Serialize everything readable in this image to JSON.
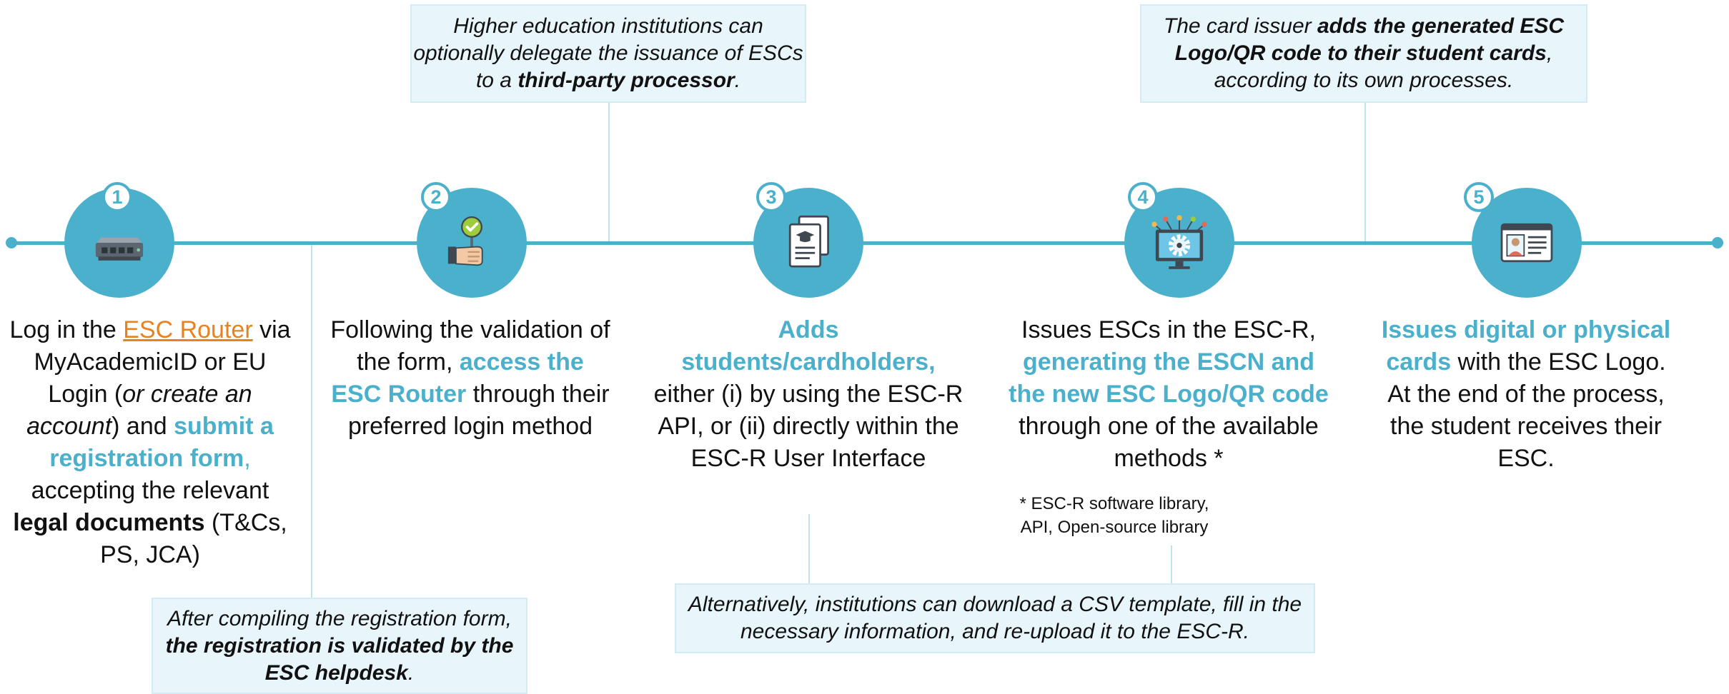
{
  "accent_color": "#4bb0cc",
  "link_color": "#e8821e",
  "callout_background": "#e8f5fb",
  "callouts": {
    "top_1": {
      "t1": "Higher education institutions can optionally delegate the issuance of ESCs to a ",
      "b1": "third-party processor",
      "t2": "."
    },
    "top_2": {
      "t1": "The card issuer ",
      "b1": "adds the generated ESC Logo/QR code to their student cards",
      "t2": ", according to its own processes."
    },
    "bottom_1": {
      "t1": "After compiling the registration form, ",
      "b1": "the registration is validated by the ESC helpdesk",
      "t2": "."
    },
    "bottom_2": {
      "t1": "Alternatively, institutions can download a CSV template, fill in the necessary information, and re-upload it to the ESC-R."
    }
  },
  "steps": [
    {
      "number": "1",
      "icon": "router-icon",
      "t1": "Log in the ",
      "link": "ESC Router",
      "t2": " via MyAcademicID or EU Login (",
      "i1": "or create an account",
      "t3": ") and ",
      "h1": "submit a registration form",
      "h2": ",",
      "t4": " accepting the relevant ",
      "b1": "legal documents",
      "t5": " (T&Cs, PS, JCA)"
    },
    {
      "number": "2",
      "icon": "hand-check-icon",
      "t1": "Following the validation of the form, ",
      "h1": "access the ESC Router",
      "t2": " through their preferred login method"
    },
    {
      "number": "3",
      "icon": "document-graduation-icon",
      "h1": "Adds students/cardholders,",
      "t1": " either (i) by using the ESC-R API, or (ii) directly within the ESC-R User Interface"
    },
    {
      "number": "4",
      "icon": "monitor-gear-icon",
      "t1": "Issues ESCs in the ESC-R, ",
      "h1": "generating the ESCN and the new ESC Logo/QR code",
      "t2": " through one of the available methods *",
      "footnote": "* ESC-R software library, API, Open-source library"
    },
    {
      "number": "5",
      "icon": "id-card-icon",
      "h1": "Issues digital or physical cards",
      "t1": " with the ESC Logo. At the end of the process, the student receives their ESC."
    }
  ]
}
